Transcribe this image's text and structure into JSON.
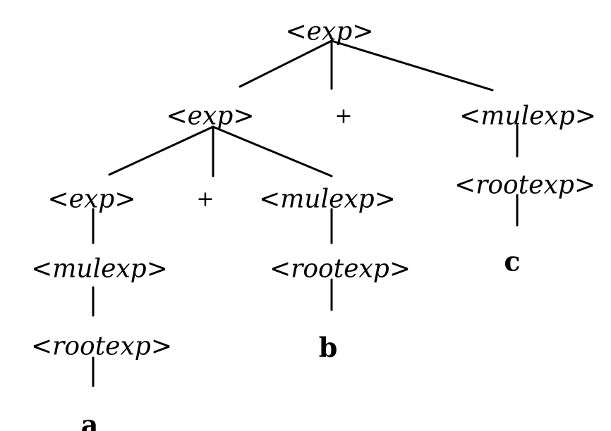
{
  "nodes": [
    {
      "id": "n1",
      "label": "<exp>",
      "kind": "nonterminal"
    },
    {
      "id": "n2",
      "label": "<exp>",
      "kind": "nonterminal"
    },
    {
      "id": "n3",
      "label": "+",
      "kind": "operator"
    },
    {
      "id": "n4",
      "label": "<mulexp>",
      "kind": "nonterminal"
    },
    {
      "id": "n5",
      "label": "<exp>",
      "kind": "nonterminal"
    },
    {
      "id": "n6",
      "label": "+",
      "kind": "operator"
    },
    {
      "id": "n7",
      "label": "<mulexp>",
      "kind": "nonterminal"
    },
    {
      "id": "n8",
      "label": "<rootexp>",
      "kind": "nonterminal"
    },
    {
      "id": "n9",
      "label": "<mulexp>",
      "kind": "nonterminal"
    },
    {
      "id": "n10",
      "label": "<rootexp>",
      "kind": "nonterminal"
    },
    {
      "id": "n11",
      "label": "c",
      "kind": "terminal"
    },
    {
      "id": "n12",
      "label": "<rootexp>",
      "kind": "nonterminal"
    },
    {
      "id": "n13",
      "label": "b",
      "kind": "terminal"
    },
    {
      "id": "n14",
      "label": "a",
      "kind": "terminal"
    }
  ],
  "edges": [
    [
      "n1",
      "n2"
    ],
    [
      "n1",
      "n3"
    ],
    [
      "n1",
      "n4"
    ],
    [
      "n2",
      "n5"
    ],
    [
      "n2",
      "n6"
    ],
    [
      "n2",
      "n7"
    ],
    [
      "n4",
      "n8"
    ],
    [
      "n8",
      "n11"
    ],
    [
      "n5",
      "n9"
    ],
    [
      "n9",
      "n12"
    ],
    [
      "n12",
      "n14"
    ],
    [
      "n7",
      "n10"
    ],
    [
      "n10",
      "n13"
    ]
  ]
}
